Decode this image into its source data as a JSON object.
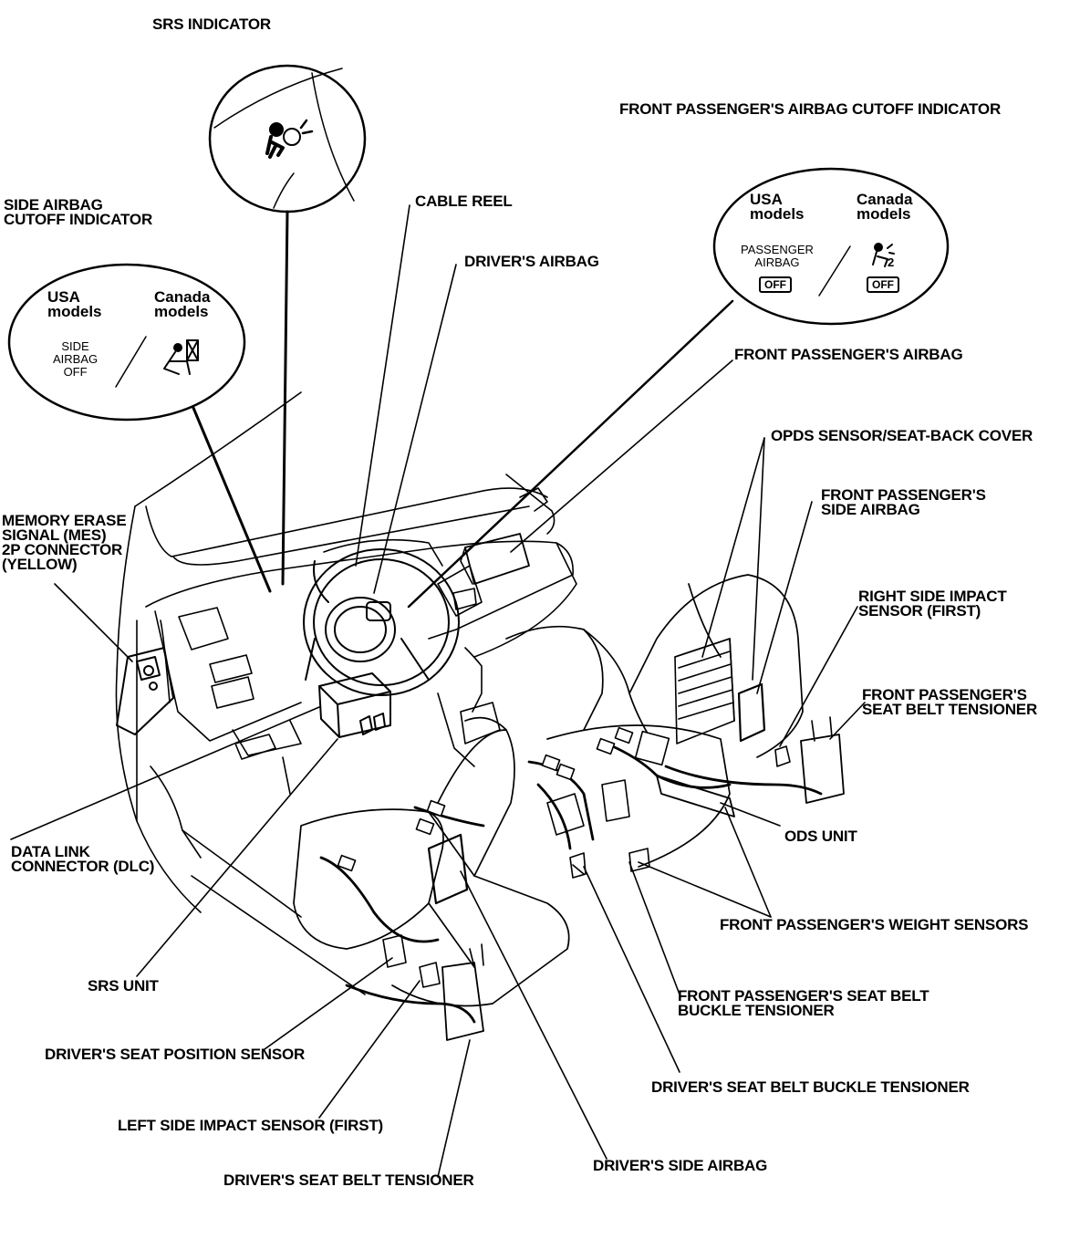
{
  "labels": {
    "srs_indicator": "SRS INDICATOR",
    "front_passenger_cutoff_indicator": "FRONT PASSENGER'S AIRBAG CUTOFF INDICATOR",
    "side_airbag_cutoff_1": "SIDE AIRBAG",
    "side_airbag_cutoff_2": "CUTOFF INDICATOR",
    "cable_reel": "CABLE REEL",
    "drivers_airbag": "DRIVER'S AIRBAG",
    "front_passenger_airbag": "FRONT PASSENGER'S AIRBAG",
    "opds_sensor": "OPDS SENSOR/SEAT-BACK COVER",
    "front_passenger_side_airbag_1": "FRONT PASSENGER'S",
    "front_passenger_side_airbag_2": "SIDE AIRBAG",
    "right_side_impact_1": "RIGHT SIDE IMPACT",
    "right_side_impact_2": "SENSOR (FIRST)",
    "front_passenger_tensioner_1": "FRONT PASSENGER'S",
    "front_passenger_tensioner_2": "SEAT BELT TENSIONER",
    "mes_1": "MEMORY ERASE",
    "mes_2": "SIGNAL (MES)",
    "mes_3": "2P CONNECTOR",
    "mes_4": "(YELLOW)",
    "ods_unit": "ODS UNIT",
    "dlc_1": "DATA LINK",
    "dlc_2": "CONNECTOR (DLC)",
    "weight_sensors": "FRONT PASSENGER'S WEIGHT SENSORS",
    "srs_unit": "SRS UNIT",
    "buckle_tensioner_passenger_1": "FRONT PASSENGER'S SEAT BELT",
    "buckle_tensioner_passenger_2": "BUCKLE TENSIONER",
    "driver_seat_position": "DRIVER'S SEAT POSITION SENSOR",
    "driver_buckle_tensioner": "DRIVER'S SEAT BELT BUCKLE TENSIONER",
    "left_side_impact": "LEFT SIDE IMPACT SENSOR (FIRST)",
    "driver_side_airbag": "DRIVER'S SIDE AIRBAG",
    "driver_seat_belt_tensioner": "DRIVER'S SEAT BELT TENSIONER"
  },
  "insets": {
    "side_cutoff": {
      "usa_1": "USA",
      "usa_2": "models",
      "canada_1": "Canada",
      "canada_2": "models",
      "text_1": "SIDE",
      "text_2": "AIRBAG",
      "text_3": "OFF"
    },
    "passenger_cutoff": {
      "usa_1": "USA",
      "usa_2": "models",
      "canada_1": "Canada",
      "canada_2": "models",
      "text_1": "PASSENGER",
      "text_2": "AIRBAG",
      "off_usa": "OFF",
      "off_canada": "OFF",
      "icon_sub": "2"
    },
    "srs": {}
  },
  "icons": {
    "srs": "airbag-occupant-icon",
    "side_cutoff_canada": "side-airbag-off-icon",
    "passenger_cutoff_canada": "passenger-airbag-off-icon"
  },
  "colors": {
    "ink": "#000000",
    "paper": "#ffffff"
  }
}
